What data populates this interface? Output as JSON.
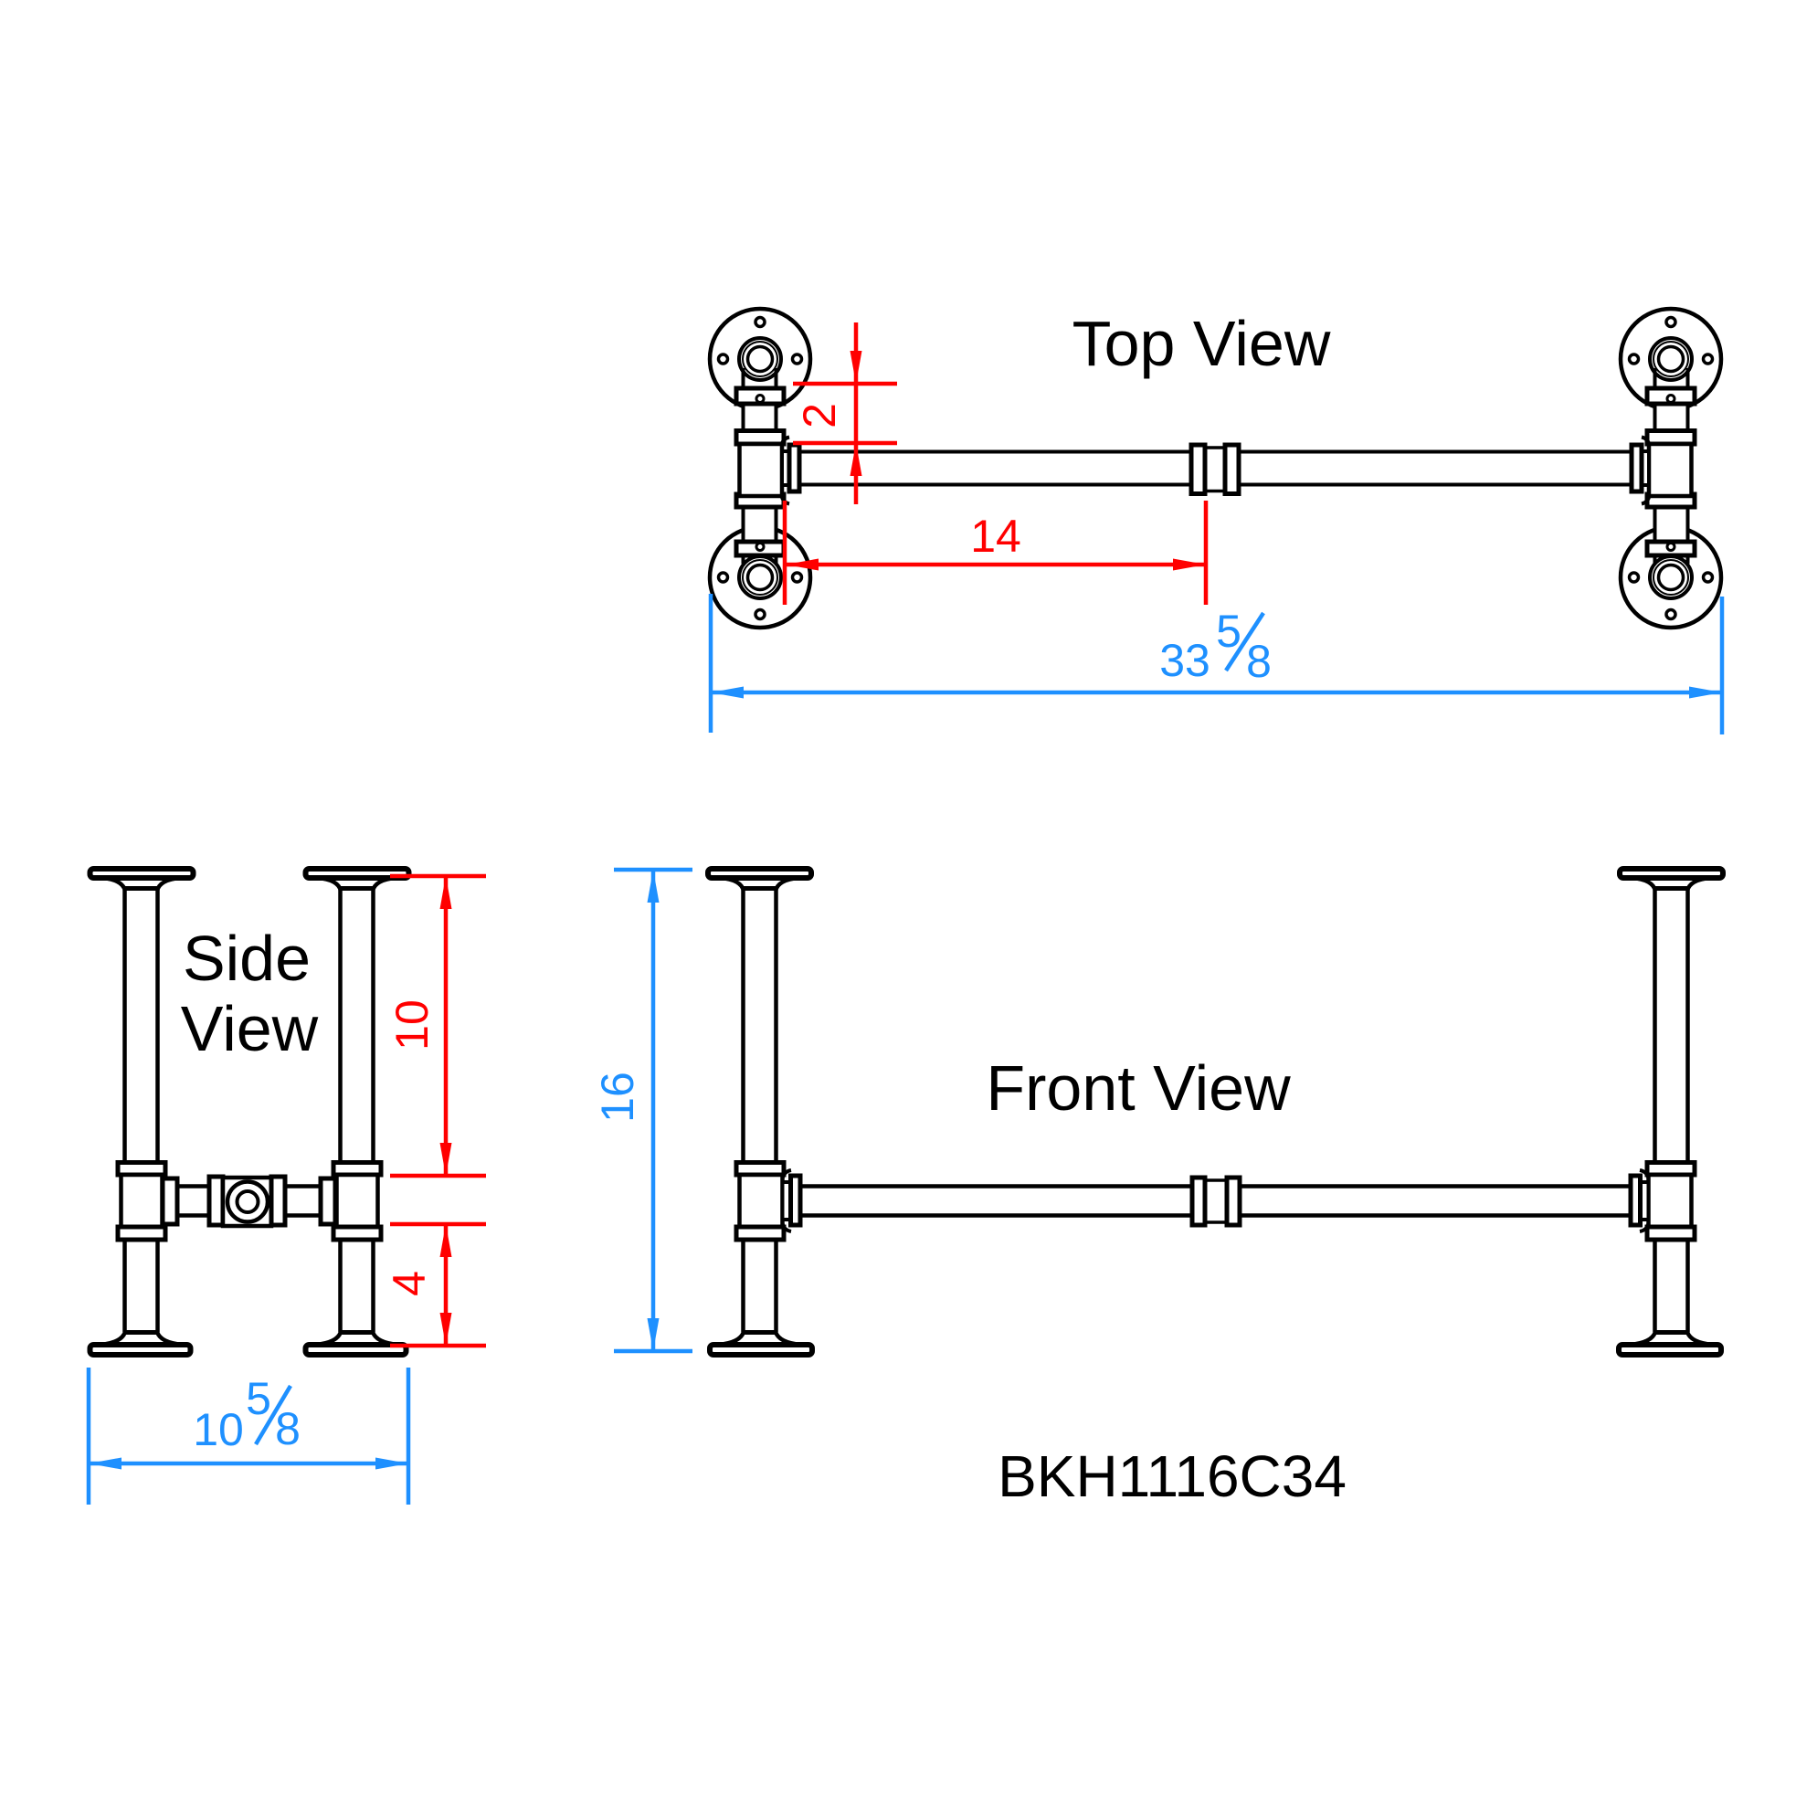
{
  "drawing": {
    "product_code": "BKH1116C34",
    "views": {
      "top": {
        "title": "Top View"
      },
      "side": {
        "title_line1": "Side",
        "title_line2": "View"
      },
      "front": {
        "title": "Front View"
      }
    },
    "dimensions": {
      "stretcher_offset": {
        "value": "2"
      },
      "leg_to_coupling": {
        "value": "14"
      },
      "overall_width": {
        "whole": "33",
        "numerator": "5",
        "denominator": "8"
      },
      "leg_upper": {
        "value": "10"
      },
      "leg_lower": {
        "value": "4"
      },
      "overall_depth": {
        "whole": "10",
        "numerator": "5",
        "denominator": "8"
      },
      "overall_height": {
        "value": "16"
      }
    },
    "colors": {
      "geometry": "#000000",
      "dimension_detail": "#FF0000",
      "dimension_overall": "#1E90FF",
      "background": "#FFFFFF"
    }
  }
}
